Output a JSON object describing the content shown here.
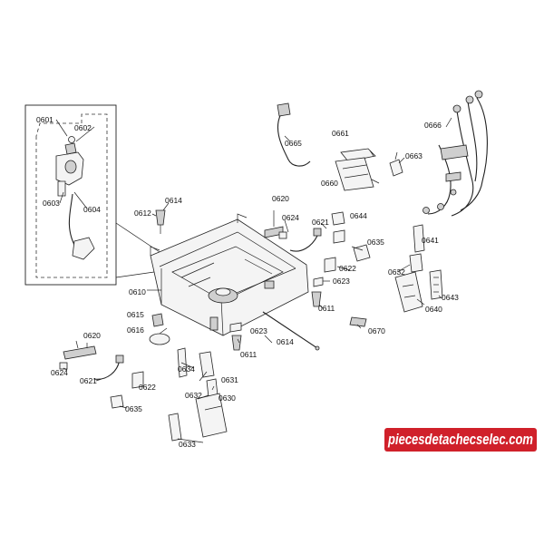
{
  "callouts": {
    "c0601": "0601",
    "c0602": "0602",
    "c0603": "0603",
    "c0604": "0604",
    "c0610": "0610",
    "c0611a": "0611",
    "c0611b": "0611",
    "c0612": "0612",
    "c0614a": "0614",
    "c0614b": "0614",
    "c0615": "0615",
    "c0616": "0616",
    "c0620a": "0620",
    "c0620b": "0620",
    "c0621a": "0621",
    "c0621b": "0621",
    "c0622a": "0622",
    "c0622b": "0622",
    "c0623a": "0623",
    "c0623b": "0623",
    "c0624a": "0624",
    "c0624b": "0624",
    "c0630": "0630",
    "c0631": "0631",
    "c0632a": "0632",
    "c0632b": "0632",
    "c0633": "0633",
    "c0634": "0634",
    "c0635a": "0635",
    "c0635b": "0635",
    "c0640": "0640",
    "c0641": "0641",
    "c0643": "0643",
    "c0644": "0644",
    "c0660": "0660",
    "c0661": "0661",
    "c0663": "0663",
    "c0665": "0665",
    "c0666": "0666",
    "c0670": "0670"
  },
  "watermark": {
    "text": "piecesdetachecselec.com"
  },
  "colors": {
    "watermark_bg": "#d0202a",
    "line": "#222222",
    "background": "#ffffff"
  }
}
